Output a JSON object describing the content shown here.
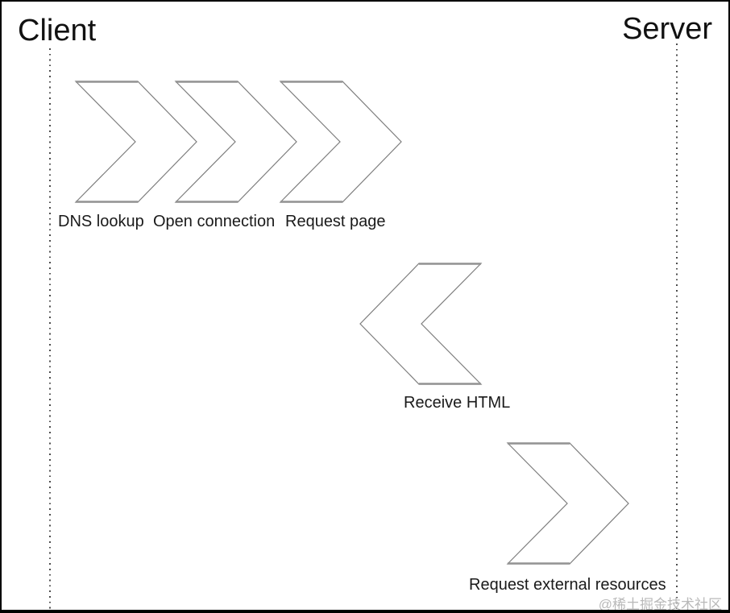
{
  "diagram": {
    "actors": {
      "client": "Client",
      "server": "Server"
    },
    "steps": [
      {
        "id": "dns-lookup",
        "label": "DNS lookup",
        "direction": "right"
      },
      {
        "id": "open-connection",
        "label": "Open connection",
        "direction": "right"
      },
      {
        "id": "request-page",
        "label": "Request page",
        "direction": "right"
      },
      {
        "id": "receive-html",
        "label": "Receive HTML",
        "direction": "left"
      },
      {
        "id": "request-external-resources",
        "label": "Request external resources",
        "direction": "right"
      }
    ],
    "watermark": "@稀土掘金技术社区",
    "colors": {
      "background": "#ffffff",
      "frame_border": "#000000",
      "chevron_stroke": "#7d7d7d",
      "chevron_edge": "#949494",
      "chevron_fill": "#ffffff",
      "label_text": "#1a1a1a",
      "lifeline": "#4d4d4d",
      "watermark": "#b9b9b9"
    }
  }
}
